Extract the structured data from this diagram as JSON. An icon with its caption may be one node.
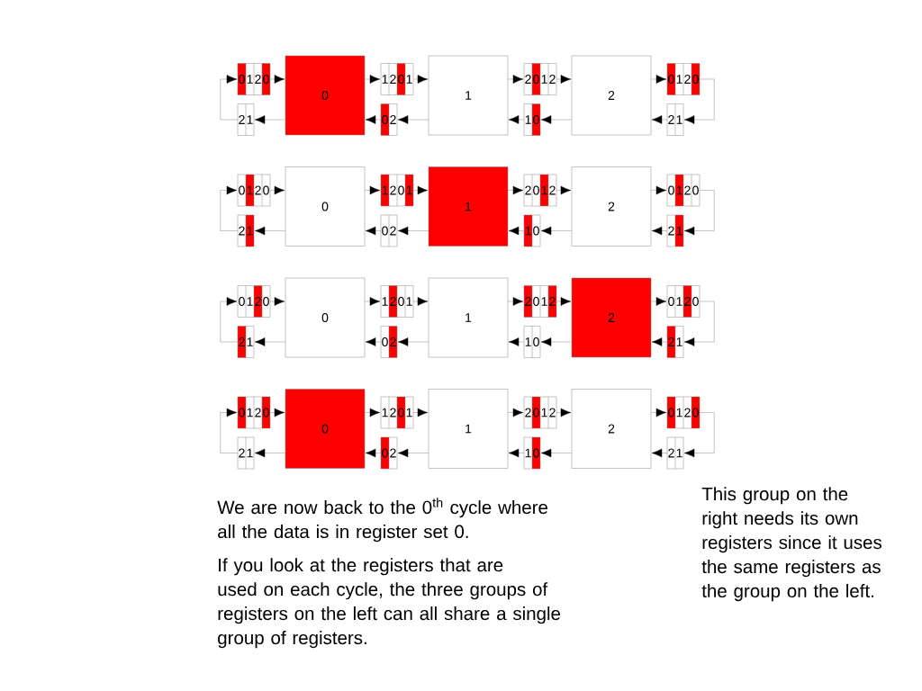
{
  "diagram": {
    "nodes": [
      {
        "text": [
          "0",
          "1",
          "2",
          "0"
        ]
      },
      {
        "text": [
          "0"
        ]
      },
      {
        "text": [
          "1",
          "2",
          "0",
          "1"
        ]
      },
      {
        "text": [
          "1"
        ]
      },
      {
        "text": [
          "2",
          "0",
          "1",
          "2"
        ]
      },
      {
        "text": [
          "2"
        ]
      },
      {
        "text": [
          "0",
          "1",
          "2",
          "0"
        ]
      },
      {
        "text": [
          "2",
          "1"
        ]
      },
      {
        "text": [
          "0",
          "2"
        ]
      },
      {
        "text": [
          "1",
          "0"
        ]
      },
      {
        "text": [
          "2",
          "1"
        ]
      },
      {
        "text": [
          "0",
          "1",
          "2",
          "0"
        ]
      },
      {
        "text": [
          "0"
        ]
      },
      {
        "text": [
          "1",
          "2",
          "0",
          "1"
        ]
      },
      {
        "text": [
          "1"
        ]
      },
      {
        "text": [
          "2",
          "0",
          "1",
          "2"
        ]
      },
      {
        "text": [
          "2"
        ]
      },
      {
        "text": [
          "0",
          "1",
          "2",
          "0"
        ]
      },
      {
        "text": [
          "2",
          "1"
        ]
      },
      {
        "text": [
          "0",
          "2"
        ]
      },
      {
        "text": [
          "1",
          "0"
        ]
      },
      {
        "text": [
          "2",
          "1"
        ]
      },
      {
        "text": [
          "0",
          "1",
          "2",
          "0"
        ]
      },
      {
        "text": [
          "0"
        ]
      },
      {
        "text": [
          "1",
          "2",
          "0",
          "1"
        ]
      },
      {
        "text": [
          "1"
        ]
      },
      {
        "text": [
          "2",
          "0",
          "1",
          "2"
        ]
      },
      {
        "text": [
          "2"
        ]
      },
      {
        "text": [
          "0",
          "1",
          "2",
          "0"
        ]
      },
      {
        "text": [
          "2",
          "1"
        ]
      },
      {
        "text": [
          "0",
          "2"
        ]
      },
      {
        "text": [
          "1",
          "0"
        ]
      },
      {
        "text": [
          "2",
          "1"
        ]
      },
      {
        "text": [
          "0",
          "1",
          "2",
          "0"
        ]
      },
      {
        "text": [
          "0"
        ]
      },
      {
        "text": [
          "1",
          "2",
          "0",
          "1"
        ]
      },
      {
        "text": [
          "1"
        ]
      },
      {
        "text": [
          "2",
          "0",
          "1",
          "2"
        ]
      },
      {
        "text": [
          "2"
        ]
      },
      {
        "text": [
          "0",
          "1",
          "2",
          "0"
        ]
      },
      {
        "text": [
          "2",
          "1"
        ]
      },
      {
        "text": [
          "0",
          "2"
        ]
      },
      {
        "text": [
          "1",
          "0"
        ]
      },
      {
        "text": [
          "2",
          "1"
        ]
      }
    ],
    "edges": [
      {
        "from": 0,
        "to": 1,
        "arrow": "to"
      },
      {
        "from": 1,
        "to": 2,
        "arrow": "to"
      },
      {
        "from": 2,
        "to": 3,
        "arrow": "to"
      },
      {
        "from": 3,
        "to": 4,
        "arrow": "to"
      },
      {
        "from": 4,
        "to": 5,
        "arrow": "to"
      },
      {
        "from": 5,
        "to": 6,
        "arrow": "to"
      },
      {
        "from": 6,
        "to": 10,
        "arrow": "to"
      },
      {
        "from": 10,
        "to": 5,
        "arrow": "to"
      },
      {
        "from": 5,
        "to": 9,
        "arrow": "to"
      },
      {
        "from": 9,
        "to": 3,
        "arrow": "to"
      },
      {
        "from": 3,
        "to": 8,
        "arrow": "to"
      },
      {
        "from": 8,
        "to": 1,
        "arrow": "to"
      },
      {
        "from": 1,
        "to": 7,
        "arrow": "to"
      },
      {
        "from": 7,
        "to": 0,
        "arrow": "to"
      },
      {
        "from": 11,
        "to": 12,
        "arrow": "to"
      },
      {
        "from": 12,
        "to": 13,
        "arrow": "to"
      },
      {
        "from": 13,
        "to": 14,
        "arrow": "to"
      },
      {
        "from": 14,
        "to": 15,
        "arrow": "to"
      },
      {
        "from": 15,
        "to": 16,
        "arrow": "to"
      },
      {
        "from": 16,
        "to": 17,
        "arrow": "to"
      },
      {
        "from": 17,
        "to": 21,
        "arrow": "to"
      },
      {
        "from": 21,
        "to": 16,
        "arrow": "to"
      },
      {
        "from": 16,
        "to": 20,
        "arrow": "to"
      },
      {
        "from": 20,
        "to": 14,
        "arrow": "to"
      },
      {
        "from": 14,
        "to": 19,
        "arrow": "to"
      },
      {
        "from": 19,
        "to": 12,
        "arrow": "to"
      },
      {
        "from": 12,
        "to": 18,
        "arrow": "to"
      },
      {
        "from": 18,
        "to": 11,
        "arrow": "to"
      },
      {
        "from": 22,
        "to": 23,
        "arrow": "to"
      },
      {
        "from": 23,
        "to": 24,
        "arrow": "to"
      },
      {
        "from": 24,
        "to": 25,
        "arrow": "to"
      },
      {
        "from": 25,
        "to": 26,
        "arrow": "to"
      },
      {
        "from": 26,
        "to": 27,
        "arrow": "to"
      },
      {
        "from": 27,
        "to": 28,
        "arrow": "to"
      },
      {
        "from": 28,
        "to": 32,
        "arrow": "to"
      },
      {
        "from": 32,
        "to": 27,
        "arrow": "to"
      },
      {
        "from": 27,
        "to": 31,
        "arrow": "to"
      },
      {
        "from": 31,
        "to": 25,
        "arrow": "to"
      },
      {
        "from": 25,
        "to": 30,
        "arrow": "to"
      },
      {
        "from": 30,
        "to": 23,
        "arrow": "to"
      },
      {
        "from": 23,
        "to": 29,
        "arrow": "to"
      },
      {
        "from": 29,
        "to": 22,
        "arrow": "to"
      },
      {
        "from": 33,
        "to": 34,
        "arrow": "to"
      },
      {
        "from": 34,
        "to": 35,
        "arrow": "to"
      },
      {
        "from": 35,
        "to": 36,
        "arrow": "to"
      },
      {
        "from": 36,
        "to": 37,
        "arrow": "to"
      },
      {
        "from": 37,
        "to": 38,
        "arrow": "to"
      },
      {
        "from": 38,
        "to": 39,
        "arrow": "to"
      },
      {
        "from": 39,
        "to": 43,
        "arrow": "to"
      },
      {
        "from": 43,
        "to": 38,
        "arrow": "to"
      },
      {
        "from": 38,
        "to": 42,
        "arrow": "to"
      },
      {
        "from": 42,
        "to": 36,
        "arrow": "to"
      },
      {
        "from": 36,
        "to": 41,
        "arrow": "to"
      },
      {
        "from": 41,
        "to": 34,
        "arrow": "to"
      },
      {
        "from": 34,
        "to": 40,
        "arrow": "to"
      },
      {
        "from": 40,
        "to": 33,
        "arrow": "to"
      }
    ],
    "labels": [
      "We are now back to the 0$^{th}$ cycle where all the data is in register set 0.",
      "If you look at the registers that are used on each cycle, the three groups of registers on the left can all share a single group of registers.",
      "This group on the right needs its own registers since it uses the same registers as the group on the left."
    ]
  }
}
